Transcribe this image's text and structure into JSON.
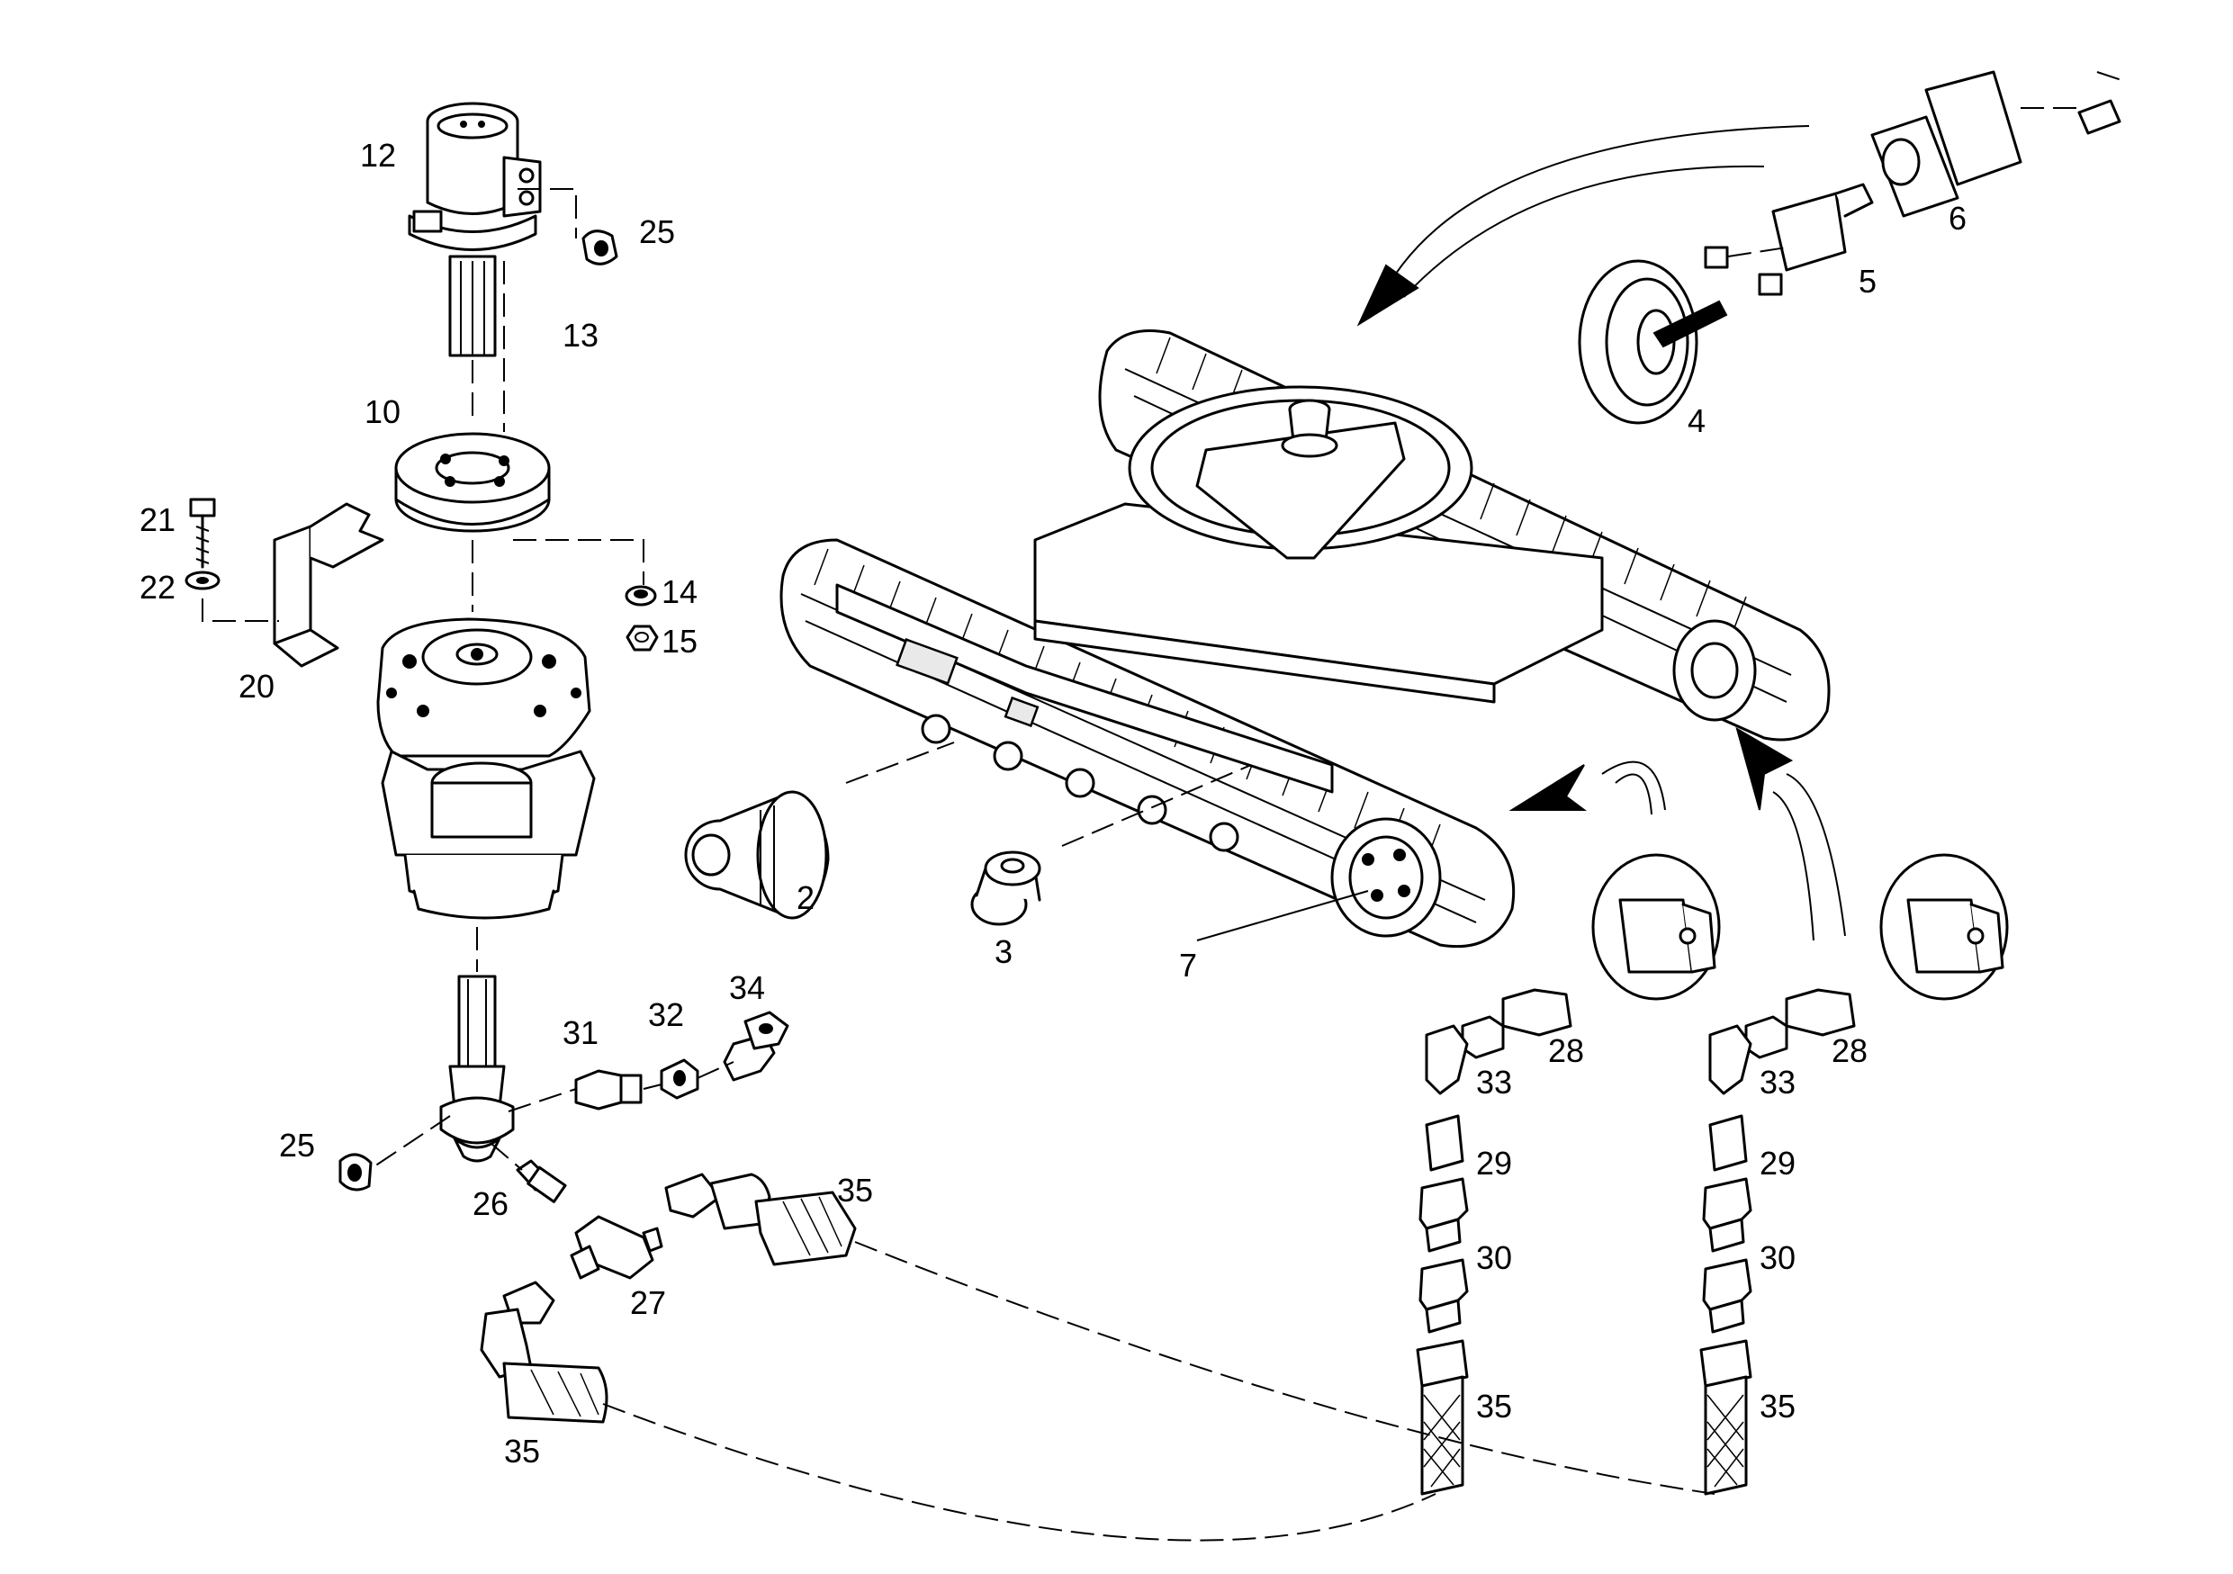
{
  "callouts": {
    "c12": "12",
    "c25a": "25",
    "c13": "13",
    "c10": "10",
    "c21": "21",
    "c22": "22",
    "c14": "14",
    "c15": "15",
    "c20": "20",
    "c2": "2",
    "c3": "3",
    "c7": "7",
    "c4": "4",
    "c5": "5",
    "c6": "6",
    "c34": "34",
    "c32": "32",
    "c31": "31",
    "c25b": "25",
    "c26": "26",
    "c27": "27",
    "c35a": "35",
    "c35b": "35",
    "c28a": "28",
    "c33a": "33",
    "c29a": "29",
    "c30a": "30",
    "c35c": "35",
    "c28b": "28",
    "c33b": "33",
    "c29b": "29",
    "c30b": "30",
    "c35d": "35"
  },
  "colors": {
    "line": "#000000",
    "paper": "#ffffff"
  }
}
